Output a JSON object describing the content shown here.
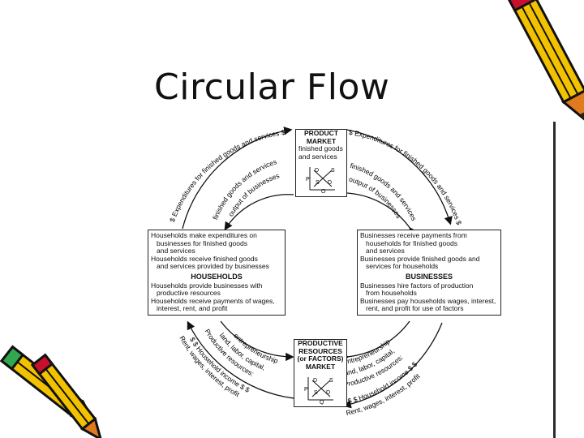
{
  "title": "Circular Flow",
  "product_market": {
    "heading": [
      "PRODUCT",
      "MARKET"
    ],
    "lines": [
      "finished goods",
      "and services"
    ]
  },
  "factor_market": {
    "heading": [
      "PRODUCTIVE",
      "RESOURCES",
      "(or FACTORS)",
      "MARKET"
    ]
  },
  "supply_demand": {
    "D": "D",
    "S": "S",
    "P": "P",
    "Q": "Q"
  },
  "households": {
    "top_lines": [
      "Households make expenditures on",
      "businesses for finished goods",
      "and services",
      "Households receive finished goods",
      "and services provided by businesses"
    ],
    "label": "HOUSEHOLDS",
    "bottom_lines": [
      "Households provide businesses with",
      "productive resources",
      "Households receive payments of wages,",
      "interest, rent, and profit"
    ]
  },
  "businesses": {
    "top_lines": [
      "Businesses receive payments from",
      "households for finished goods",
      "and services",
      "Businesses provide finished goods and",
      "services for households"
    ],
    "label": "BUSINESSES",
    "bottom_lines": [
      "Businesses hire factors of production",
      "from households",
      "Businesses pay households wages, interest,",
      "rent, and profit for use of factors"
    ]
  },
  "flow_labels": {
    "outer_top_left": "$ Expenditures for finished goods and services $",
    "inner_top_left": [
      "finished goods and services",
      "output of businesses"
    ],
    "outer_top_right": "$ Expenditures for finished goods and services $",
    "inner_top_right": [
      "finished goods and services",
      "output of businesses"
    ],
    "inner_bottom_left": [
      "Productive resources:",
      "land, labor, capital,",
      "entrepreneurship"
    ],
    "outer_bottom_left": [
      "$ $ Household income $ $",
      "Rent, wages, interest, profit"
    ],
    "inner_bottom_right": [
      "Productive resources:",
      "land, labor, capital,",
      "entrepreneurship"
    ],
    "outer_bottom_right": [
      "$ $ Household income $ $",
      "Rent, wages, interest, profit"
    ]
  },
  "decor": {
    "pencil_icon": "pencil",
    "accent": "#f2c200",
    "pencil_tip": "#e07a1f",
    "stripe": "#c8102e"
  }
}
